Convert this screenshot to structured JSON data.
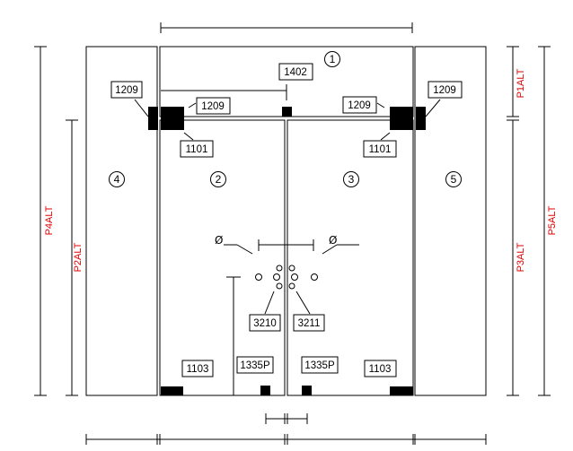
{
  "panels": {
    "p1": "1",
    "p2": "2",
    "p3": "3",
    "p4": "4",
    "p5": "5"
  },
  "dimensions": {
    "p1": "P1ALT",
    "p2": "P2ALT",
    "p3": "P3ALT",
    "p4": "P4ALT",
    "p5": "P5ALT"
  },
  "symbols": {
    "diameter": "Ø"
  },
  "labels": {
    "l1209_far_left": "1209",
    "l1209_left": "1209",
    "l1402": "1402",
    "l1209_right": "1209",
    "l1209_far_right": "1209",
    "l1101_left": "1101",
    "l1101_right": "1101",
    "l3210": "3210",
    "l3211": "3211",
    "l1103_left": "1103",
    "l1335p_left": "1335P",
    "l1335p_right": "1335P",
    "l1103_right": "1103"
  },
  "colors": {
    "dimension_text": "#e00000",
    "lines": "#000000"
  }
}
